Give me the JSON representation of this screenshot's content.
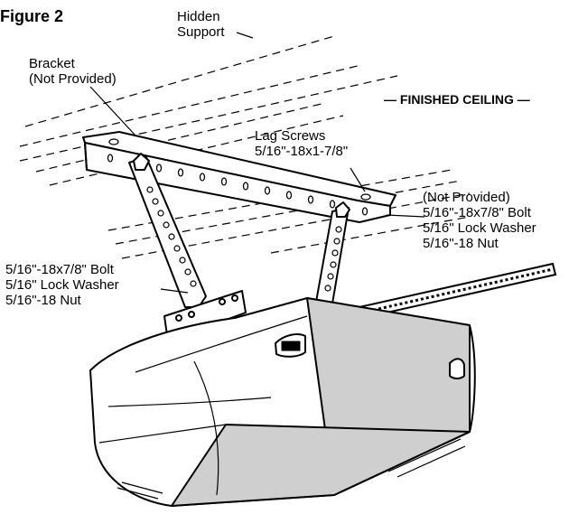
{
  "figure_title": "Figure 2",
  "labels": {
    "hidden_support": [
      "Hidden",
      "Support"
    ],
    "bracket": [
      "Bracket",
      "(Not Provided)"
    ],
    "finished_ceiling": "— FINISHED CEILING —",
    "lag_screws": [
      "Lag Screws",
      "5/16\"-18x1-7/8\""
    ],
    "right_hardware": [
      "(Not Provided)",
      "5/16\"-18x7/8\" Bolt",
      "5/16\" Lock Washer",
      "5/16\"-18 Nut"
    ],
    "left_hardware": [
      "5/16\"-18x7/8\" Bolt",
      "5/16\" Lock Washer",
      "5/16\"-18 Nut"
    ]
  },
  "colors": {
    "line": "#000000",
    "background": "#ffffff",
    "shade": "#cfcfcf"
  }
}
